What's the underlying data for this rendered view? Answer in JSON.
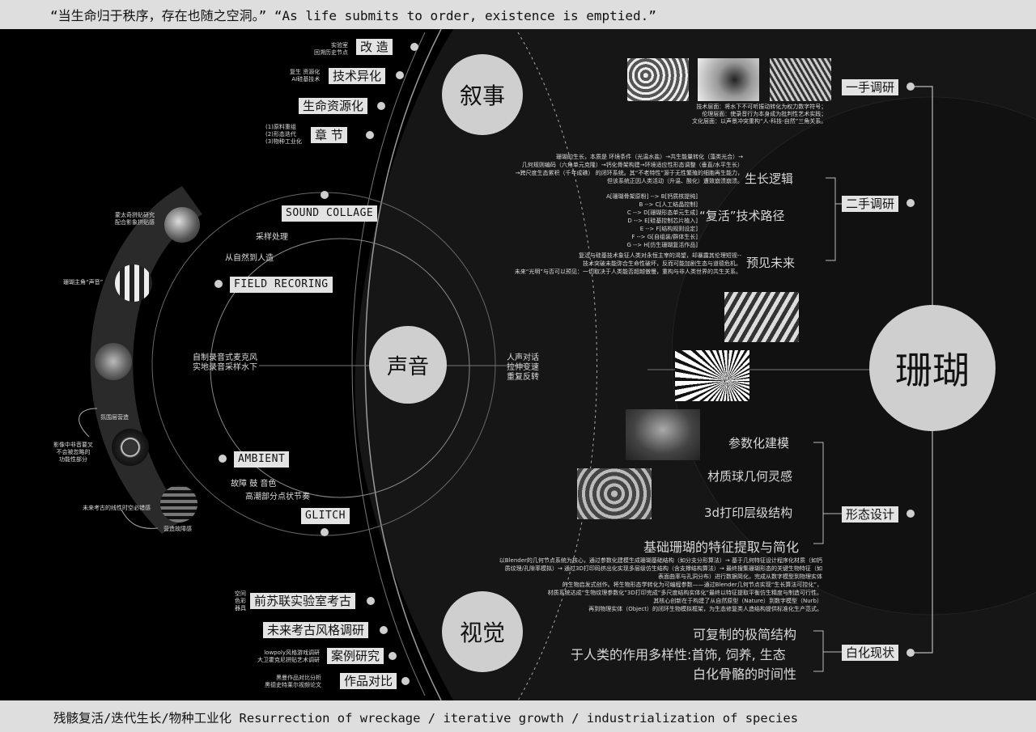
{
  "header": {
    "quote": "“当生命归于秩序，存在也随之空洞。” “As life submits to order, existence is emptied.”"
  },
  "footer": {
    "caption": "残骸复活/迭代生长/物种工业化 Resurrection of wreckage / iterative growth / industrialization of species"
  },
  "hubs": {
    "narrative": "叙事",
    "sound": "声音",
    "vision": "视觉",
    "coral": "珊瑚"
  },
  "narrative": {
    "items": [
      {
        "label": "改 造",
        "note": "实验室\n回溯历史节点"
      },
      {
        "label": "技术异化",
        "note": "复生 资源化\nAI硅基技术"
      },
      {
        "label": "生命资源化",
        "note": ""
      },
      {
        "label": "章 节",
        "note": "(1)原料重组\n(2)形态迭代\n(3)物种工业化"
      }
    ]
  },
  "sound": {
    "boxes": {
      "collage": "SOUND COLLAGE",
      "field": "FIELD RECORING",
      "ambient": "AMBIENT",
      "glitch": "GLITCH"
    },
    "notes": {
      "process": "采样处理",
      "nature": "从自然到人造",
      "mic": "自制录音式麦克风\n实地录音采样水下",
      "voice": "人声对话\n拉伸变速\n重复反转",
      "noise": "故障 鼓 音色",
      "rhythm": "高潮部分点状节奏"
    },
    "side_notes": {
      "a": "蒙太奇拼贴研究\n配合影象拼贴感",
      "b": "珊瑚主角“声音”",
      "c": "氛围层营造",
      "d": "影像中非音要叉\n不会被忽略的\n功能性部分",
      "e": "未来考古的线性时空必错感",
      "f": "营造故障感"
    }
  },
  "vision": {
    "items": [
      {
        "label": "前苏联实验室考古",
        "note": "空间\n色彩\n器具"
      },
      {
        "label": "未来考古风格调研",
        "note": ""
      },
      {
        "label": "案例研究",
        "note": "lowpoly风格游戏调研\n大卫霍克尼拼贴艺术调研"
      },
      {
        "label": "作品对比",
        "note": "黑曼作品对比分析\n黑德史特莱尔视频论文"
      }
    ]
  },
  "coral": {
    "boxes": {
      "primary": "一手调研",
      "secondary": "二手调研",
      "form": "形态设计",
      "white": "白化现状"
    },
    "primary_caption": "技术层面：将水下不可听振动转化为权力数字符号；\n伦理层面：使录音行为本身成为批判性艺术实践；\n文化层面：以声景冲突重构“人-科技-自然”三角关系。",
    "secondary_items": [
      "生长逻辑",
      "“复活”技术路径",
      "预见未来"
    ],
    "growth_text": "珊瑚的生长，本质是 环境条件（光温水盐）→共生能量转化（藻类光合）→\n几何规则编码（六角单元克隆）→钙化骨架构建→环境适应性形态调整（垂直/水平生长）\n→跨尺度生态累积（千年成礁） 的闭环系统。其“不老特性”源于无性繁殖的细胞再生能力，\n但该系统正因人类活动（升温、酸化）遭致崩溃崩溃。",
    "flow": "A[珊瑚骨架原粉] --> B[钙质核提纯]\nB --> C[人工结晶控制]\nC --> D[珊瑚形态单元生成]\nD --> E[硅基控制芯片植入]\nE --> F[结构规则设定]\nF --> G[自组装/群体生长]\nG --> H[仿生珊瑚复活作品]",
    "future_text": "复活与硅基技术象征人类对永恒主宰的渴望，却暴露其伦理短视--\n技术突破未能弥合生命性破坏，反而可能加剧生态与道德危机。\n未来“光明”与否可以预见：一切取决于人类能否超越傲慢，重构与非人类世界的共生关系。",
    "form_items": [
      "参数化建模",
      "材质球几何灵感",
      "3d打印层级结构",
      "基础珊瑚的特征提取与简化"
    ],
    "form_text": "以Blender的几何节点系统为核心，通过参数化建模生成珊瑚基础结构（如分支分形算法）→ 基于几何特征设计程序化材质（如钙\n质纹理/孔隙率模拟）→ 通过3D打印码挤出化实现多层级仿生结构（含支撑结构算法）→ 最终搜集珊瑚形态的关键生物特征（如\n表面曲率与孔洞分布）进行数据简化，完成从数字模型到物理实体\n的生物启发式创作。将生物形态学转化为可编程参数——通过Blender几何节点实现“生长算法可控化”，\n材质系统达成“生物纹理参数化”3D打印完成“多尺度结构实体化”最终以特征提取平衡仿生精度与制造可行性。\n其核心创新在于构建了从自然原型（Nature）到数字模型（Nurb）\n再到物理实体（Object）的闭环生物模拟框架，为生态修复类人造结构提供标准化生产范式。",
    "white_items": [
      "可复制的极简结构",
      "于人类的作用多样性:首饰, 饲养, 生态",
      "白化骨骼的时间性"
    ]
  },
  "colors": {
    "background": "#000000",
    "hub": "#cfcfcf",
    "box": "#e3e3e3",
    "bar": "#dedede"
  }
}
